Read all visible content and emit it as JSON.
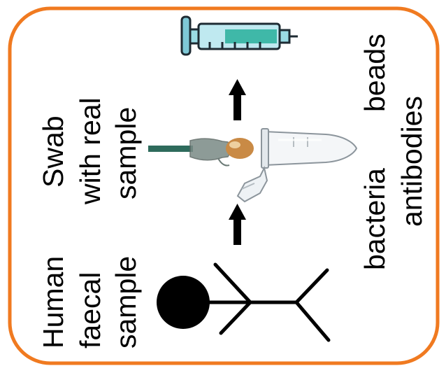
{
  "colors": {
    "frame": "#F07A20",
    "ink": "#000000",
    "syringe_body": "#BFE9F0",
    "syringe_liquid": "#3FB8A8",
    "swab_stick": "#2E6B5C",
    "swab_tip": "#C98A45",
    "tube_body": "#F4F6F8"
  },
  "labels": {
    "human": [
      "Human",
      "faecal",
      "sample"
    ],
    "swab": [
      "Swab",
      "with real",
      "sample"
    ],
    "reagents_col1": [
      "bacteria",
      "antibodies"
    ],
    "reagents_col2": [
      "beads"
    ]
  },
  "icons": {
    "person": "stick-figure-icon",
    "swab": "swab-icon",
    "tube": "eppendorf-tube-icon",
    "syringe": "syringe-icon",
    "arrow": "arrow-up-icon"
  }
}
